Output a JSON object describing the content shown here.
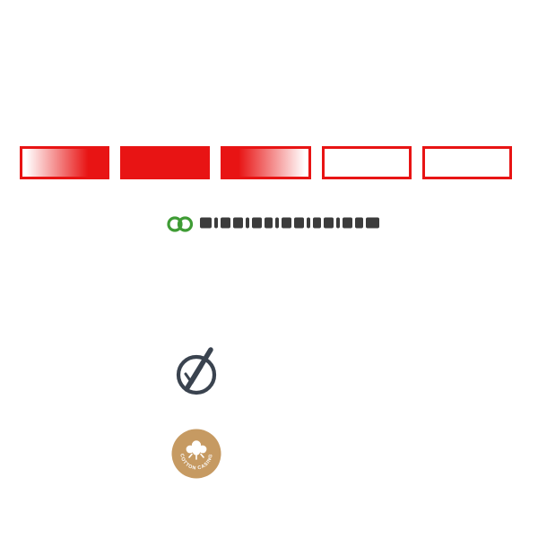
{
  "page": {
    "background": "#ffffff"
  },
  "meter": {
    "name": "intensity-meter",
    "color": "#e81414",
    "segments": [
      {
        "id": 1,
        "fill": "gradient-right"
      },
      {
        "id": 2,
        "fill": "solid"
      },
      {
        "id": 3,
        "fill": "gradient-left"
      },
      {
        "id": 4,
        "fill": "empty"
      },
      {
        "id": 5,
        "fill": "empty"
      }
    ]
  },
  "brand_logo": {
    "icon_color": "#3f9c35",
    "wordmark_color": "#3c3c3c"
  },
  "badges": [
    {
      "name": "circle-slash-badge",
      "color": "#3a434f"
    },
    {
      "name": "cotton-casing-badge",
      "color": "#c69a62",
      "label": "COTTON CASING",
      "label_color": "#ffffff"
    }
  ]
}
